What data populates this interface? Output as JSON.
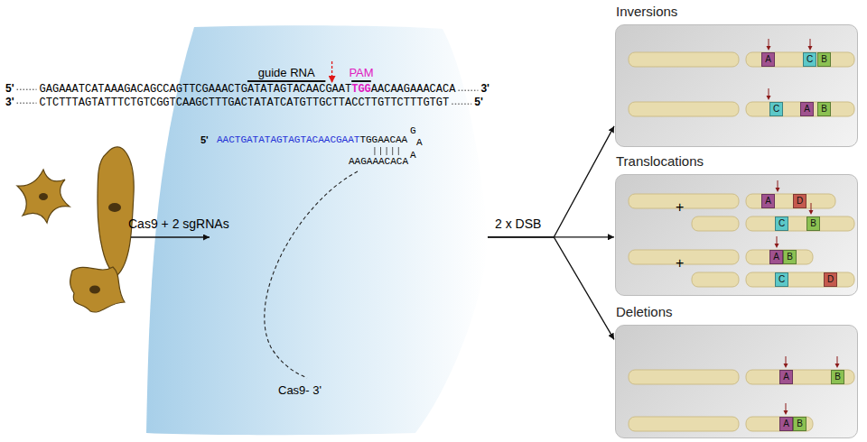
{
  "diagram": {
    "nodes": [
      {
        "text": [
          "5'",
          "AACTGATATAGTAGTACAACGAAT",
          "TGGAACAA",
          "G",
          "A",
          "A",
          "AAGAAACACA",
          "Cas9- 3'"
        ]
      },
      {
        "text": [
          "Inversions"
        ]
      },
      {
        "text": [
          "A"
        ],
        "in": 1
      },
      {
        "text": [
          "C"
        ],
        "in": 1
      },
      {
        "text": [
          "B"
        ],
        "in": 1
      },
      {
        "text": [
          "C"
        ],
        "in": 1
      },
      {
        "text": [
          "A"
        ],
        "in": 1
      },
      {
        "text": [
          "B"
        ],
        "in": 1
      },
      {
        "text": [
          "Translocations"
        ]
      },
      {
        "text": [
          "A"
        ],
        "in": 8
      },
      {
        "text": [
          "D"
        ],
        "in": 8
      },
      {
        "text": [
          "C"
        ],
        "in": 8
      },
      {
        "text": [
          "B"
        ],
        "in": 8
      },
      {
        "text": [
          "A"
        ],
        "in": 8
      },
      {
        "text": [
          "B"
        ],
        "in": 8
      },
      {
        "text": [
          "C"
        ],
        "in": 8
      },
      {
        "text": [
          "D"
        ],
        "in": 8
      },
      {
        "text": [
          "Deletions"
        ]
      },
      {
        "text": [
          "A"
        ],
        "in": 17
      },
      {
        "text": [
          "B"
        ],
        "in": 17
      },
      {
        "text": [
          "A"
        ],
        "in": 17
      },
      {
        "text": [
          "B"
        ],
        "in": 17
      }
    ],
    "edges": [
      {
        "from": 0,
        "to": 1,
        "arrow": "to"
      },
      {
        "from": 0,
        "to": 8,
        "arrow": "to"
      },
      {
        "from": 0,
        "to": 17,
        "arrow": "to"
      }
    ],
    "labels": [
      "5'",
      "GAGAAATCATAAAGACAGCCAGTTCGAAACTGATATAGTACAACGAAT",
      "TGG",
      "AACAAGAAACACA",
      "3'",
      "3'",
      "CTCTTTAGTATTTCTGTCGGTCAAGCTTTGACTATATCATGTTGCTTACCTTGTTCTTTGTGT",
      "5'",
      "guide RNA",
      "PAM",
      "Cas9 + 2 sgRNAs",
      "2 x DSB",
      "+",
      "+"
    ]
  }
}
